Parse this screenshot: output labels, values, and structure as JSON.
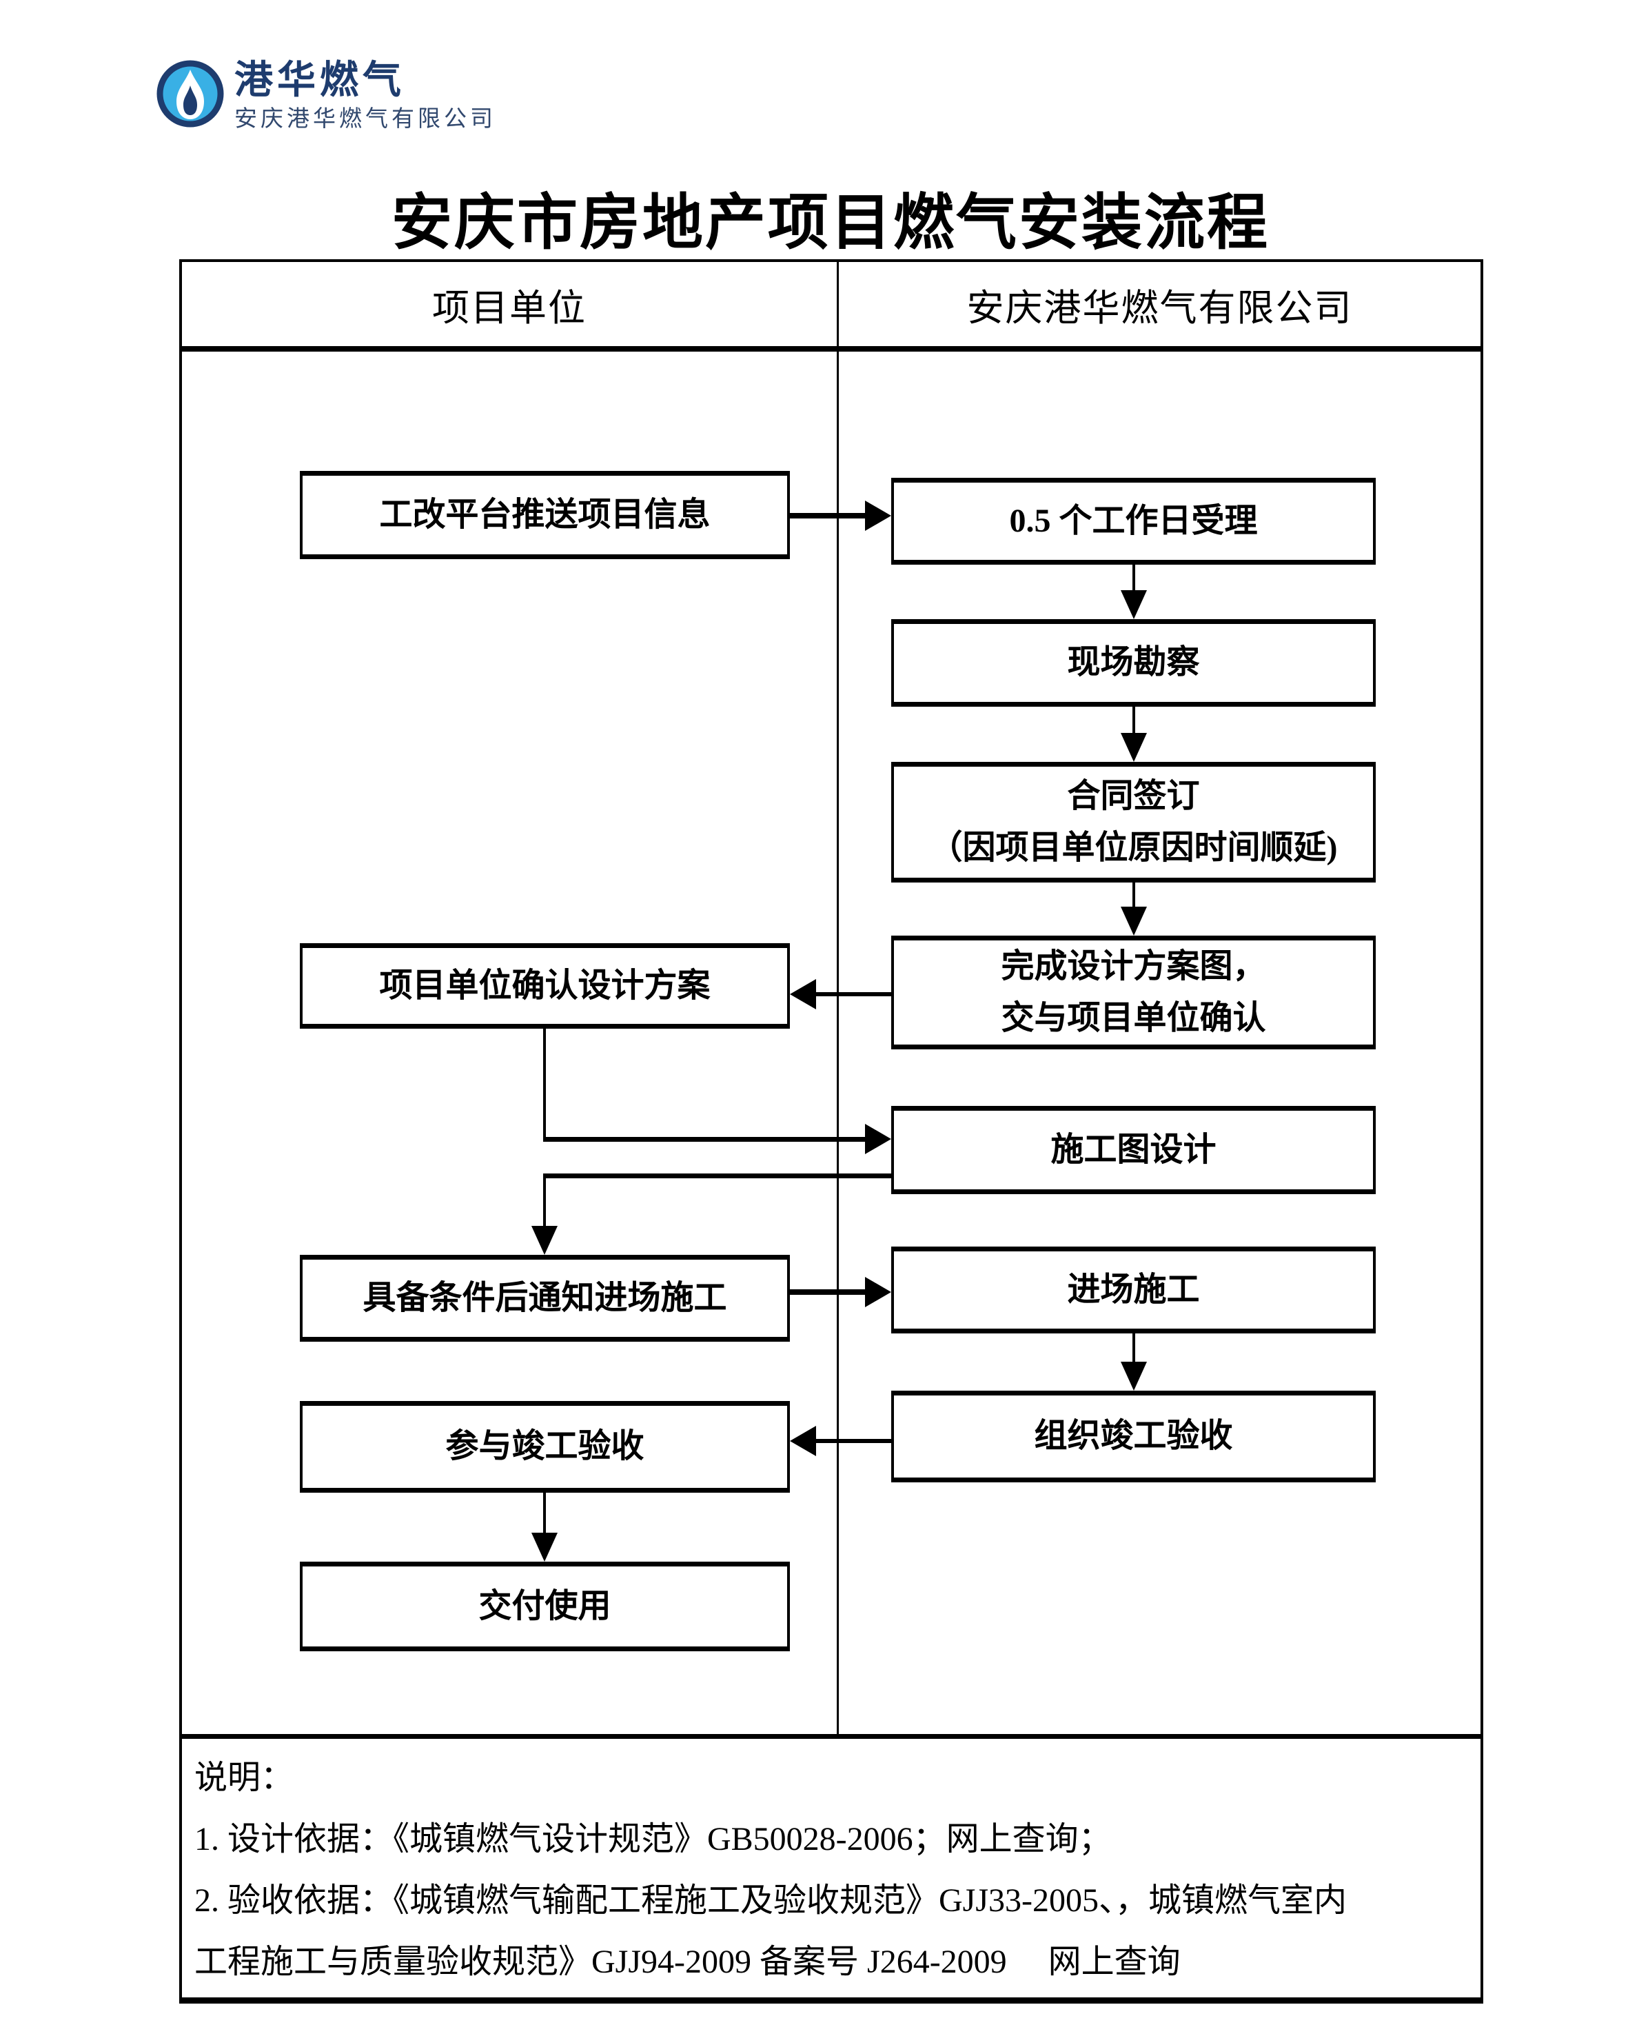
{
  "logo": {
    "brand": "港华燃气",
    "company": "安庆港华燃气有限公司"
  },
  "title": "安庆市房地产项目燃气安装流程",
  "table": {
    "header_left": "项目单位",
    "header_right": "安庆港华燃气有限公司"
  },
  "flowchart": {
    "project_unit": {
      "push_info": "工改平台推送项目信息",
      "confirm_design": "项目单位确认设计方案",
      "notify_entry": "具备条件后通知进场施工",
      "join_acceptance": "参与竣工验收",
      "handover": "交付使用"
    },
    "gas_company": {
      "accept": "0.5 个工作日受理",
      "site_survey": "现场勘察",
      "contract": "合同签订\n（因项目单位原因时间顺延)",
      "design_plan": "完成设计方案图，\n交与项目单位确认",
      "construction_drawing": "施工图设计",
      "site_construction": "进场施工",
      "organize_acceptance": "组织竣工验收"
    },
    "connections": [
      {
        "from": "工改平台推送项目信息",
        "to": "0.5 个工作日受理"
      },
      {
        "from": "0.5 个工作日受理",
        "to": "现场勘察"
      },
      {
        "from": "现场勘察",
        "to": "合同签订（因项目单位原因时间顺延)"
      },
      {
        "from": "合同签订（因项目单位原因时间顺延)",
        "to": "完成设计方案图，交与项目单位确认"
      },
      {
        "from": "完成设计方案图，交与项目单位确认",
        "to": "项目单位确认设计方案"
      },
      {
        "from": "项目单位确认设计方案",
        "to": "施工图设计"
      },
      {
        "from": "施工图设计",
        "to": "具备条件后通知进场施工"
      },
      {
        "from": "具备条件后通知进场施工",
        "to": "进场施工"
      },
      {
        "from": "进场施工",
        "to": "组织竣工验收"
      },
      {
        "from": "组织竣工验收",
        "to": "参与竣工验收"
      },
      {
        "from": "参与竣工验收",
        "to": "交付使用"
      }
    ]
  },
  "notes": {
    "lines": [
      "说明：",
      "1. 设计依据：《城镇燃气设计规范》GB50028-2006；网上查询；",
      "2. 验收依据：《城镇燃气输配工程施工及验收规范》GJJ33-2005、，城镇燃气室内",
      "工程施工与质量验收规范》GJJ94-2009 备案号 J264-2009　 网上查询"
    ]
  },
  "colors": {
    "line": "#000000",
    "logo_blue": "#39b0e5",
    "logo_navy": "#1e3c6e"
  }
}
